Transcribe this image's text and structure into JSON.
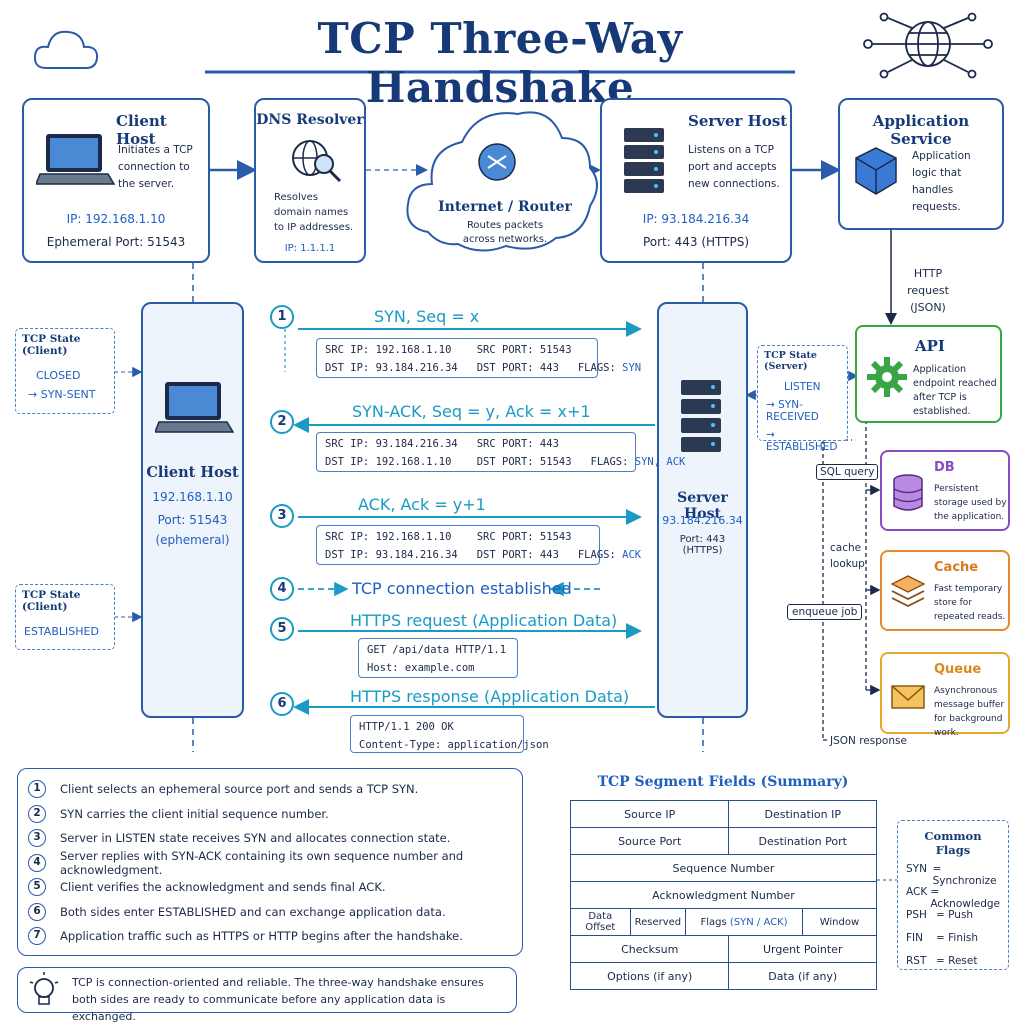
{
  "title": "TCP Three-Way Handshake",
  "top": {
    "client": {
      "title": "Client Host",
      "desc": "Initiates a TCP connection to the server.",
      "ip": "IP: 192.168.1.10",
      "port": "Ephemeral Port: 51543"
    },
    "dns": {
      "title": "DNS Resolver",
      "desc": "Resolves domain names to IP addresses.",
      "ip": "IP: 1.1.1.1"
    },
    "internet": {
      "title": "Internet / Router",
      "desc": "Routes packets across networks."
    },
    "server": {
      "title": "Server Host",
      "desc": "Listens on a TCP port and accepts new connections.",
      "ip": "IP: 93.184.216.34",
      "port": "Port: 443 (HTTPS)"
    },
    "app": {
      "title": "Application Service",
      "desc": "Application logic that handles requests."
    }
  },
  "http_request_label": "HTTP request (JSON)",
  "client_life": {
    "title": "Client Host",
    "ip": "192.168.1.10",
    "port": "Port: 51543",
    "note": "(ephemeral)"
  },
  "server_life": {
    "title": "Server Host",
    "ip": "93.184.216.34",
    "port": "Port: 443 (HTTPS)"
  },
  "client_state1": {
    "title": "TCP State (Client)",
    "s1": "CLOSED",
    "s2": "→ SYN-SENT"
  },
  "client_state2": {
    "title": "TCP State (Client)",
    "s1": "ESTABLISHED"
  },
  "server_state": {
    "title": "TCP State (Server)",
    "s1": "LISTEN",
    "s2": "→ SYN-RECEIVED",
    "s3": "→ ESTABLISHED"
  },
  "steps": [
    {
      "n": "1",
      "label": "SYN, Seq = x",
      "l1": "SRC IP: 192.168.1.10    SRC PORT: 51543",
      "l2": "DST IP: 93.184.216.34   DST PORT: 443   FLAGS: ",
      "flag": "SYN"
    },
    {
      "n": "2",
      "label": "SYN-ACK, Seq = y, Ack = x+1",
      "l1": "SRC IP: 93.184.216.34   SRC PORT: 443",
      "l2": "DST IP: 192.168.1.10    DST PORT: 51543   FLAGS: ",
      "flag": "SYN, ACK"
    },
    {
      "n": "3",
      "label": "ACK, Ack = y+1",
      "l1": "SRC IP: 192.168.1.10    SRC PORT: 51543",
      "l2": "DST IP: 93.184.216.34   DST PORT: 443   FLAGS: ",
      "flag": "ACK"
    },
    {
      "n": "4",
      "label": "TCP connection established"
    },
    {
      "n": "5",
      "label": "HTTPS request (Application Data)",
      "l1": "GET /api/data HTTP/1.1",
      "l2": "Host: example.com"
    },
    {
      "n": "6",
      "label": "HTTPS response (Application Data)",
      "l1": "HTTP/1.1 200 OK",
      "l2": "Content-Type: application/json"
    }
  ],
  "services": {
    "api": {
      "title": "API",
      "desc": "Application endpoint reached after TCP is established."
    },
    "db": {
      "title": "DB",
      "desc": "Persistent storage used by the application."
    },
    "cache": {
      "title": "Cache",
      "desc": "Fast temporary store for repeated reads."
    },
    "queue": {
      "title": "Queue",
      "desc": "Asynchronous message buffer for background work."
    }
  },
  "edge_labels": {
    "sql": "SQL query",
    "cache": "cache lookup",
    "enqueue": "enqueue job",
    "json": "JSON response"
  },
  "notes": [
    "Client selects an ephemeral source port and sends a TCP SYN.",
    "SYN carries the client initial sequence number.",
    "Server in LISTEN state receives SYN and allocates connection state.",
    "Server replies with SYN-ACK containing its own sequence number and acknowledgment.",
    "Client verifies the acknowledgment and sends final ACK.",
    "Both sides enter ESTABLISHED and can exchange application data.",
    "Application traffic such as HTTPS or HTTP begins after the handshake."
  ],
  "tip": "TCP is connection-oriented and reliable. The three-way handshake ensures both sides are ready to communicate before any application data is exchanged.",
  "segment": {
    "title": "TCP Segment Fields (Summary)",
    "src_ip": "Source IP",
    "dst_ip": "Destination IP",
    "src_port": "Source Port",
    "dst_port": "Destination Port",
    "seq": "Sequence Number",
    "ack": "Acknowledgment Number",
    "offset": "Data Offset",
    "reserved": "Reserved",
    "flags": "Flags ",
    "flags_val": "(SYN / ACK)",
    "window": "Window",
    "checksum": "Checksum",
    "urgent": "Urgent Pointer",
    "options": "Options (if any)",
    "data": "Data (if any)"
  },
  "flags_box": {
    "title": "Common Flags",
    "items": [
      {
        "k": "SYN",
        "v": "= Synchronize"
      },
      {
        "k": "ACK",
        "v": "= Acknowledge"
      },
      {
        "k": "PSH",
        "v": "= Push"
      },
      {
        "k": "FIN",
        "v": "= Finish"
      },
      {
        "k": "RST",
        "v": "= Reset"
      }
    ]
  },
  "colors": {
    "primary": "#2a5ba8",
    "teal": "#1a9bc4",
    "api": "#3aa547",
    "db": "#8a4cc4",
    "cache": "#e58a2c",
    "queue": "#e5a82c"
  }
}
